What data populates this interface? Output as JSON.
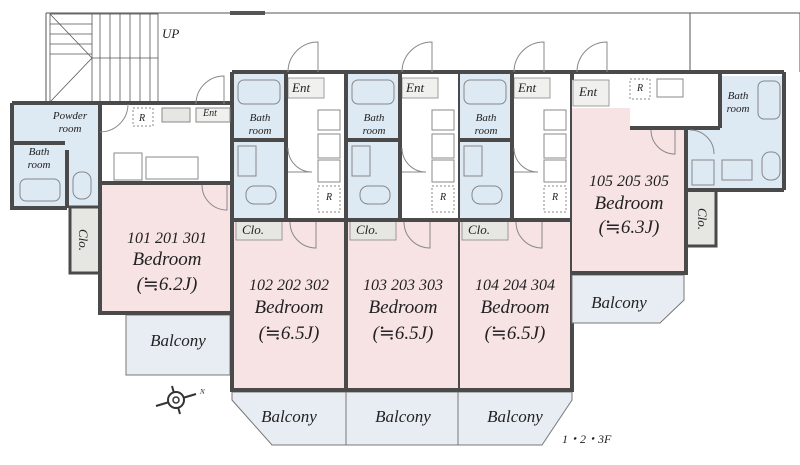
{
  "floor_plan": {
    "floor_label": "1・2・3F",
    "stair_label": "UP",
    "compass": {
      "north_label": "N"
    },
    "colors": {
      "wall": "#4a4a4a",
      "bedroom": "#f7e3e3",
      "wet_area": "#dde9f3",
      "balcony": "#e8edf4",
      "closet": "#e6e6e2",
      "entrance": "#f0f0ee"
    },
    "units": [
      {
        "numbers": "101 201 301",
        "room": "Bedroom",
        "area": "(≒6.2J)",
        "closet": "Clo.",
        "balcony": "Balcony",
        "entrance": "Ent",
        "fridge": "R",
        "bath": "Bath room",
        "powder": "Powder room"
      },
      {
        "numbers": "102 202 302",
        "room": "Bedroom",
        "area": "(≒6.5J)",
        "closet": "Clo.",
        "balcony": "Balcony",
        "entrance": "Ent",
        "fridge": "R",
        "bath": "Bath room"
      },
      {
        "numbers": "103 203 303",
        "room": "Bedroom",
        "area": "(≒6.5J)",
        "closet": "Clo.",
        "balcony": "Balcony",
        "entrance": "Ent",
        "fridge": "R",
        "bath": "Bath room"
      },
      {
        "numbers": "104 204 304",
        "room": "Bedroom",
        "area": "(≒6.5J)",
        "closet": "Clo.",
        "balcony": "Balcony",
        "entrance": "Ent",
        "fridge": "R",
        "bath": "Bath room"
      },
      {
        "numbers": "105 205 305",
        "room": "Bedroom",
        "area": "(≒6.3J)",
        "closet": "Clo.",
        "balcony": "Balcony",
        "entrance": "Ent",
        "fridge": "R",
        "bath": "Bath room"
      }
    ]
  }
}
